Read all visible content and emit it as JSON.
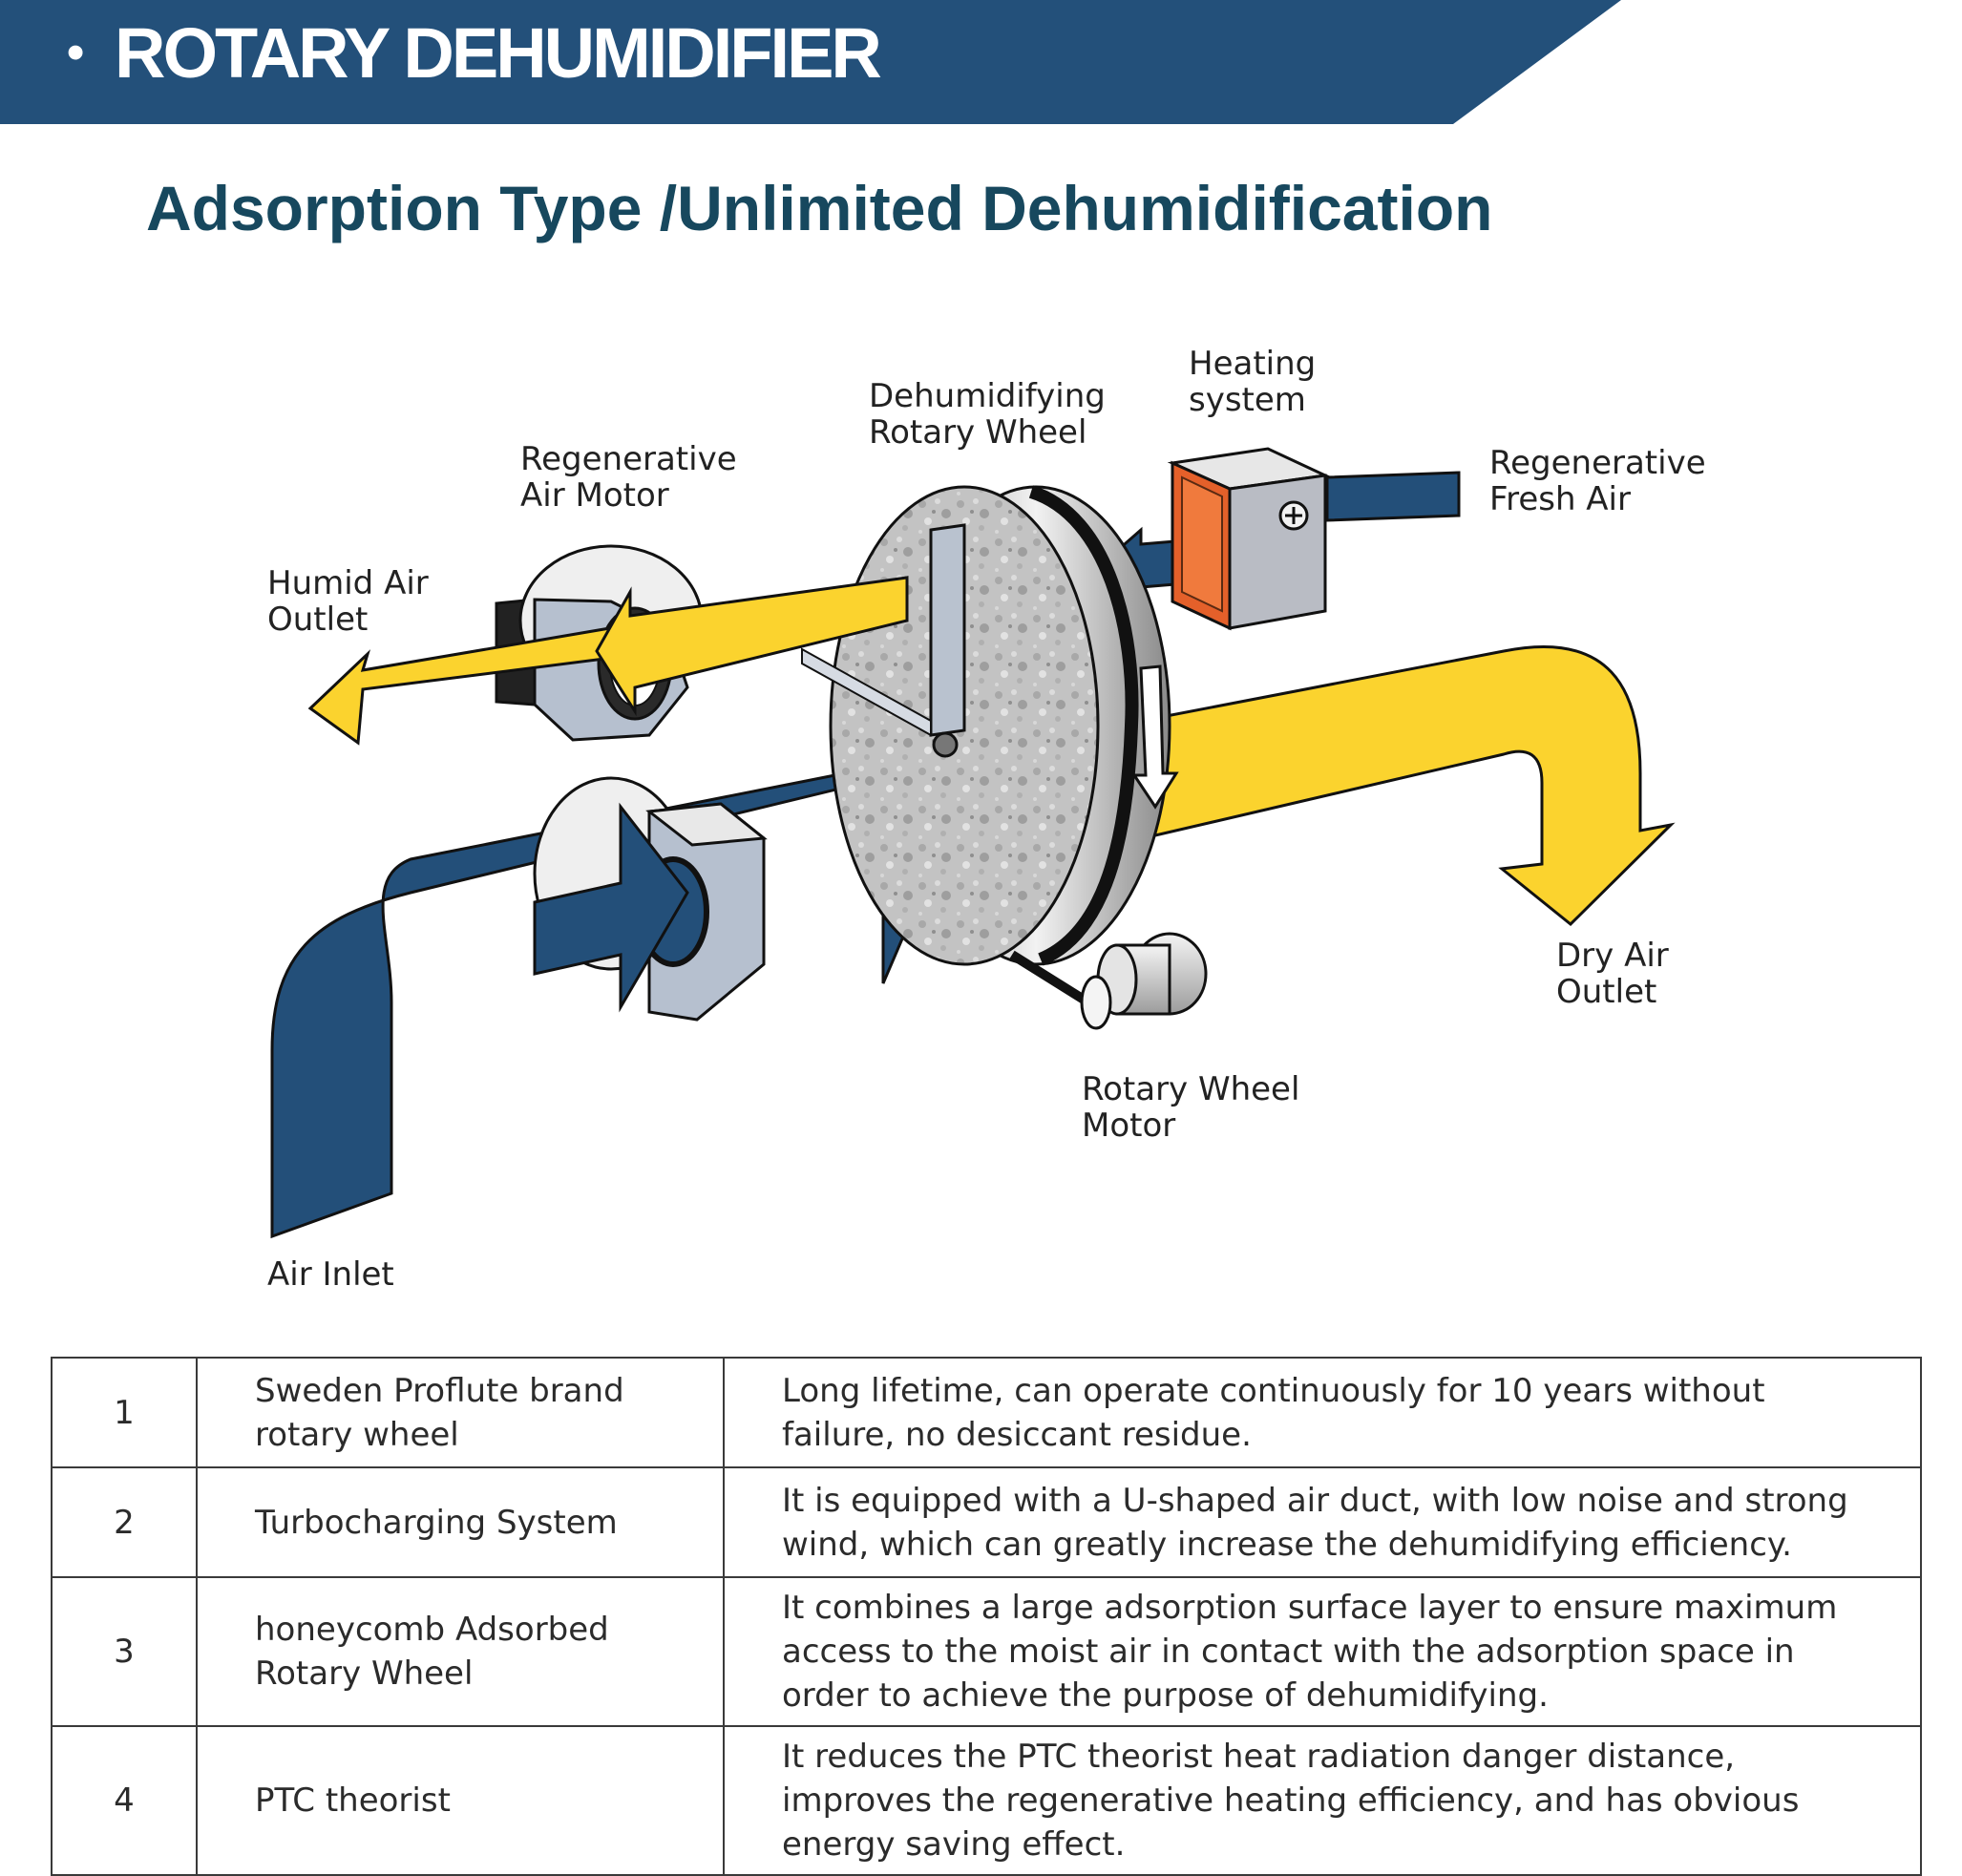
{
  "header": {
    "bullet": "•",
    "title": "ROTARY DEHUMIDIFIER",
    "band_color": "#23507a"
  },
  "subtitle": "Adsorption Type /Unlimited Dehumidification",
  "diagram": {
    "labels": {
      "dehumidifying_wheel": "Dehumidifying\nRotary Wheel",
      "heating_system": "Heating\nsystem",
      "regenerative_motor": "Regenerative\nAir Motor",
      "regenerative_fresh_air": "Regenerative\nFresh Air",
      "humid_air_outlet": "Humid Air\nOutlet",
      "dry_air_outlet": "Dry Air\nOutlet",
      "rotary_wheel_motor": "Rotary Wheel\nMotor",
      "air_inlet": "Air Inlet"
    },
    "colors": {
      "blue_air": "#234f79",
      "yellow_air": "#fbd32e",
      "heater": "#e4602a",
      "wheel": "#c9c9c9"
    }
  },
  "table": {
    "rows": [
      {
        "num": "1",
        "item": "Sweden Proflute brand rotary wheel",
        "desc": "Long lifetime, can operate continuously for 10 years without failure, no desiccant residue."
      },
      {
        "num": "2",
        "item": "Turbocharging System",
        "desc": "It is equipped with a U-shaped air duct, with low noise and strong wind, which can greatly increase the dehumidifying efficiency."
      },
      {
        "num": "3",
        "item": "honeycomb Adsorbed Rotary Wheel",
        "desc": "It combines a large adsorption surface layer to ensure maximum access to the moist air in contact with the adsorption space in order to achieve the purpose of dehumidifying."
      },
      {
        "num": "4",
        "item": "PTC theorist",
        "desc": "It reduces the PTC theorist heat radiation danger distance, improves the regenerative heating efficiency, and has obvious energy saving effect."
      }
    ]
  }
}
